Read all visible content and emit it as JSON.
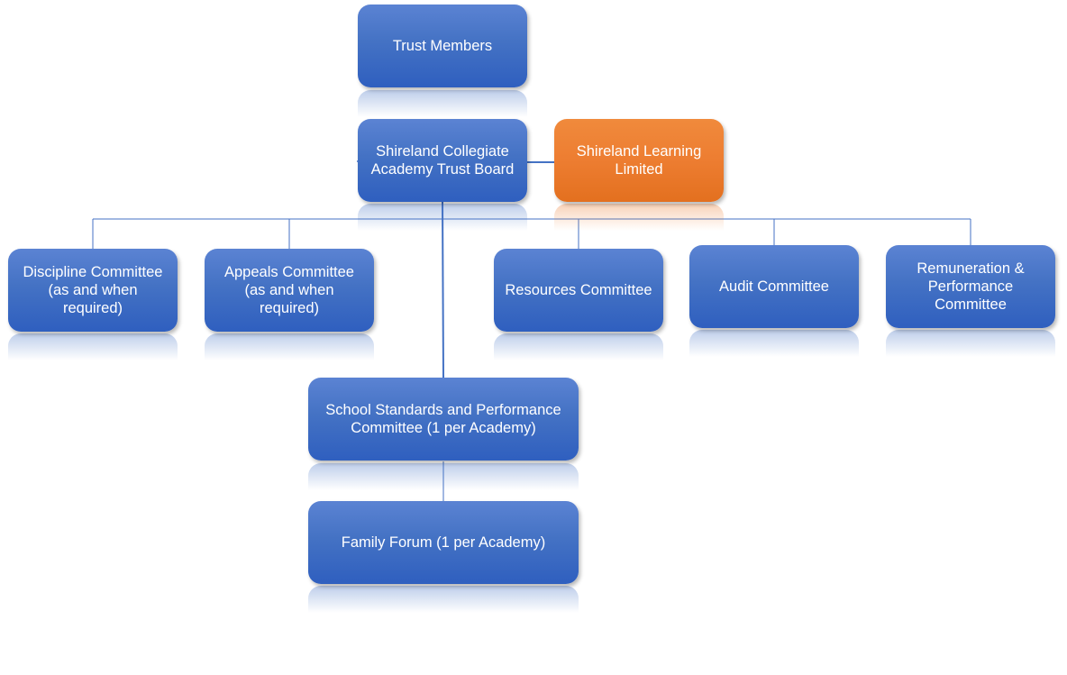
{
  "colors": {
    "primary_box": "#4472c4",
    "subsidiary_box": "#ed7d31",
    "connector": "#4472c4"
  },
  "nodes": {
    "trust_members": "Trust Members",
    "trust_board": "Shireland Collegiate Academy Trust Board",
    "learning_limited": "Shireland Learning Limited",
    "discipline": "Discipline Committee (as and when required)",
    "appeals": "Appeals Committee (as and when required)",
    "resources": "Resources Committee",
    "audit": "Audit Committee",
    "remuneration": "Remuneration & Performance Committee",
    "school_standards": "School Standards and Performance Committee (1 per Academy)",
    "family_forum": "Family Forum (1 per Academy)"
  }
}
